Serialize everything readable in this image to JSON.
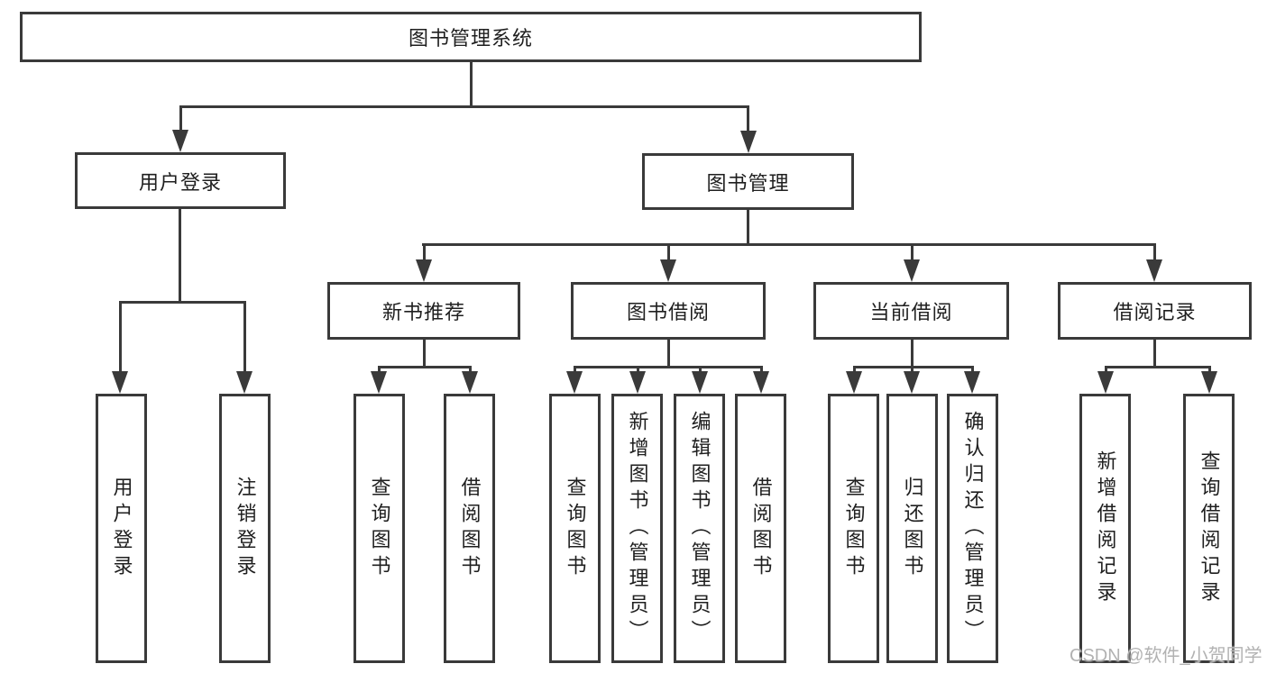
{
  "title": "图书管理系统",
  "watermark": "CSDN @软件_小贺同学",
  "colors": {
    "line": "#3a3a3a",
    "text": "#1f1f1f",
    "watermark": "#b2b2b2",
    "background": "#ffffff"
  },
  "nodes": {
    "root": {
      "label": "图书管理系统"
    },
    "level2": {
      "user_login": {
        "label": "用户登录"
      },
      "book_management": {
        "label": "图书管理"
      }
    },
    "level3": {
      "new_book_recommendation": {
        "label": "新书推荐"
      },
      "book_borrowing": {
        "label": "图书借阅"
      },
      "current_borrowing": {
        "label": "当前借阅"
      },
      "borrowing_records": {
        "label": "借阅记录"
      }
    },
    "leaves": {
      "user_login": "用户登录",
      "logout": "注销登录",
      "query_books_1": "查询图书",
      "borrow_books_1": "借阅图书",
      "query_books_2": "查询图书",
      "add_books_admin": "新增图书（管理员）",
      "edit_books_admin": "编辑图书（管理员）",
      "borrow_books_2": "借阅图书",
      "query_books_3": "查询图书",
      "return_books": "归还图书",
      "confirm_return_admin": "确认归还（管理员）",
      "add_borrowing_record": "新增借阅记录",
      "query_borrowing_record": "查询借阅记录"
    }
  },
  "structure": {
    "root_children": [
      "用户登录",
      "图书管理"
    ],
    "user_login_children": [
      "用户登录",
      "注销登录"
    ],
    "book_management_children": [
      "新书推荐",
      "图书借阅",
      "当前借阅",
      "借阅记录"
    ],
    "new_book_recommendation_children": [
      "查询图书",
      "借阅图书"
    ],
    "book_borrowing_children": [
      "查询图书",
      "新增图书（管理员）",
      "编辑图书（管理员）",
      "借阅图书"
    ],
    "current_borrowing_children": [
      "查询图书",
      "归还图书",
      "确认归还（管理员）"
    ],
    "borrowing_records_children": [
      "新增借阅记录",
      "查询借阅记录"
    ]
  }
}
